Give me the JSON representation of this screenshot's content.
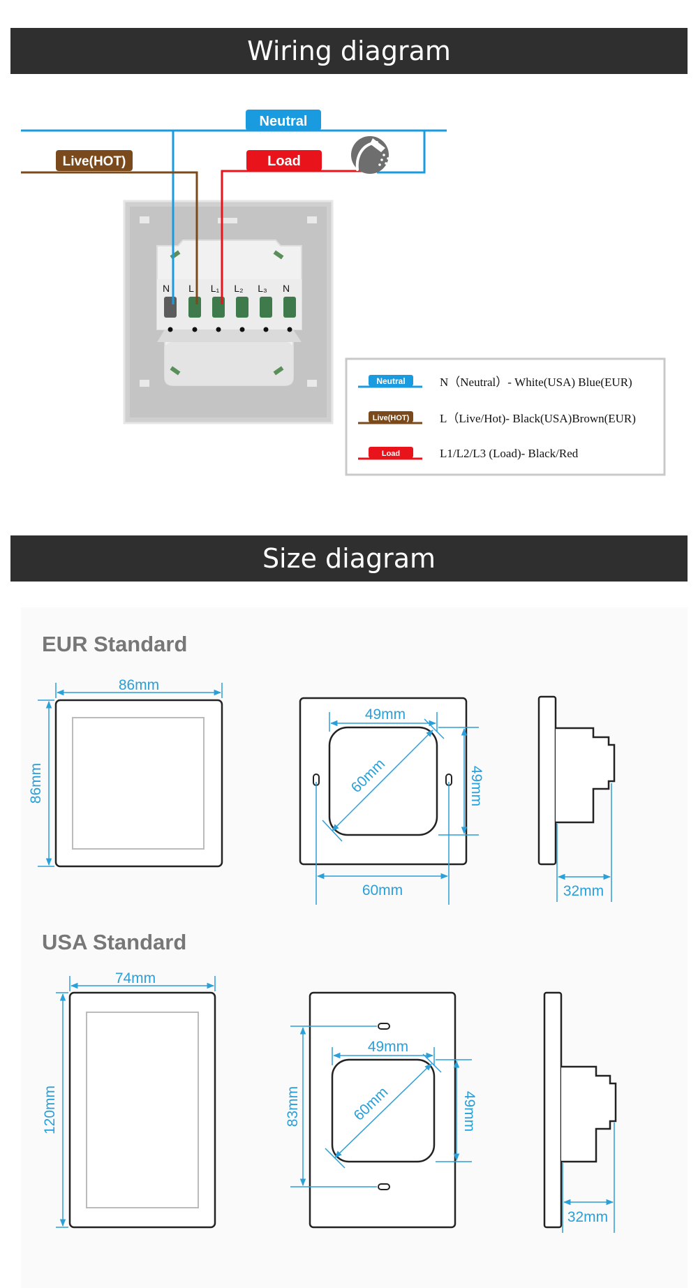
{
  "sections": {
    "wiring_title": "Wiring diagram",
    "size_title": "Size diagram"
  },
  "wiring": {
    "tags": {
      "neutral": "Neutral",
      "live": "Live(HOT)",
      "load": "Load"
    },
    "terminals": [
      "N",
      "L",
      "L₁",
      "L₂",
      "L₃",
      "N"
    ],
    "legend": [
      {
        "tag": "Neutral",
        "text": "N（Neutral）- White(USA) Blue(EUR)",
        "color": "#1a9be0"
      },
      {
        "tag": "Live(HOT)",
        "text": "L（Live/Hot)- Black(USA)Brown(EUR)",
        "color": "#7a4a1c"
      },
      {
        "tag": "Load",
        "text": "L1/L2/L3 (Load)- Black/Red",
        "color": "#e8131b"
      }
    ],
    "load_icon": "shower-icon"
  },
  "eur": {
    "title": "EUR Standard",
    "front_width": "86mm",
    "front_height": "86mm",
    "box_width": "49mm",
    "box_height": "49mm",
    "box_diagonal": "60mm",
    "screw_spacing": "60mm",
    "depth": "32mm"
  },
  "usa": {
    "title": "USA Standard",
    "front_width": "74mm",
    "front_height": "120mm",
    "box_width": "49mm",
    "box_height": "49mm",
    "box_diagonal": "60mm",
    "screw_spacing": "83mm",
    "depth": "32mm"
  },
  "colors": {
    "neutral": "#1a9be0",
    "live": "#7a4a1c",
    "load": "#e8131b",
    "dimension": "#2a9fd8",
    "banner": "#2f2f2f"
  }
}
